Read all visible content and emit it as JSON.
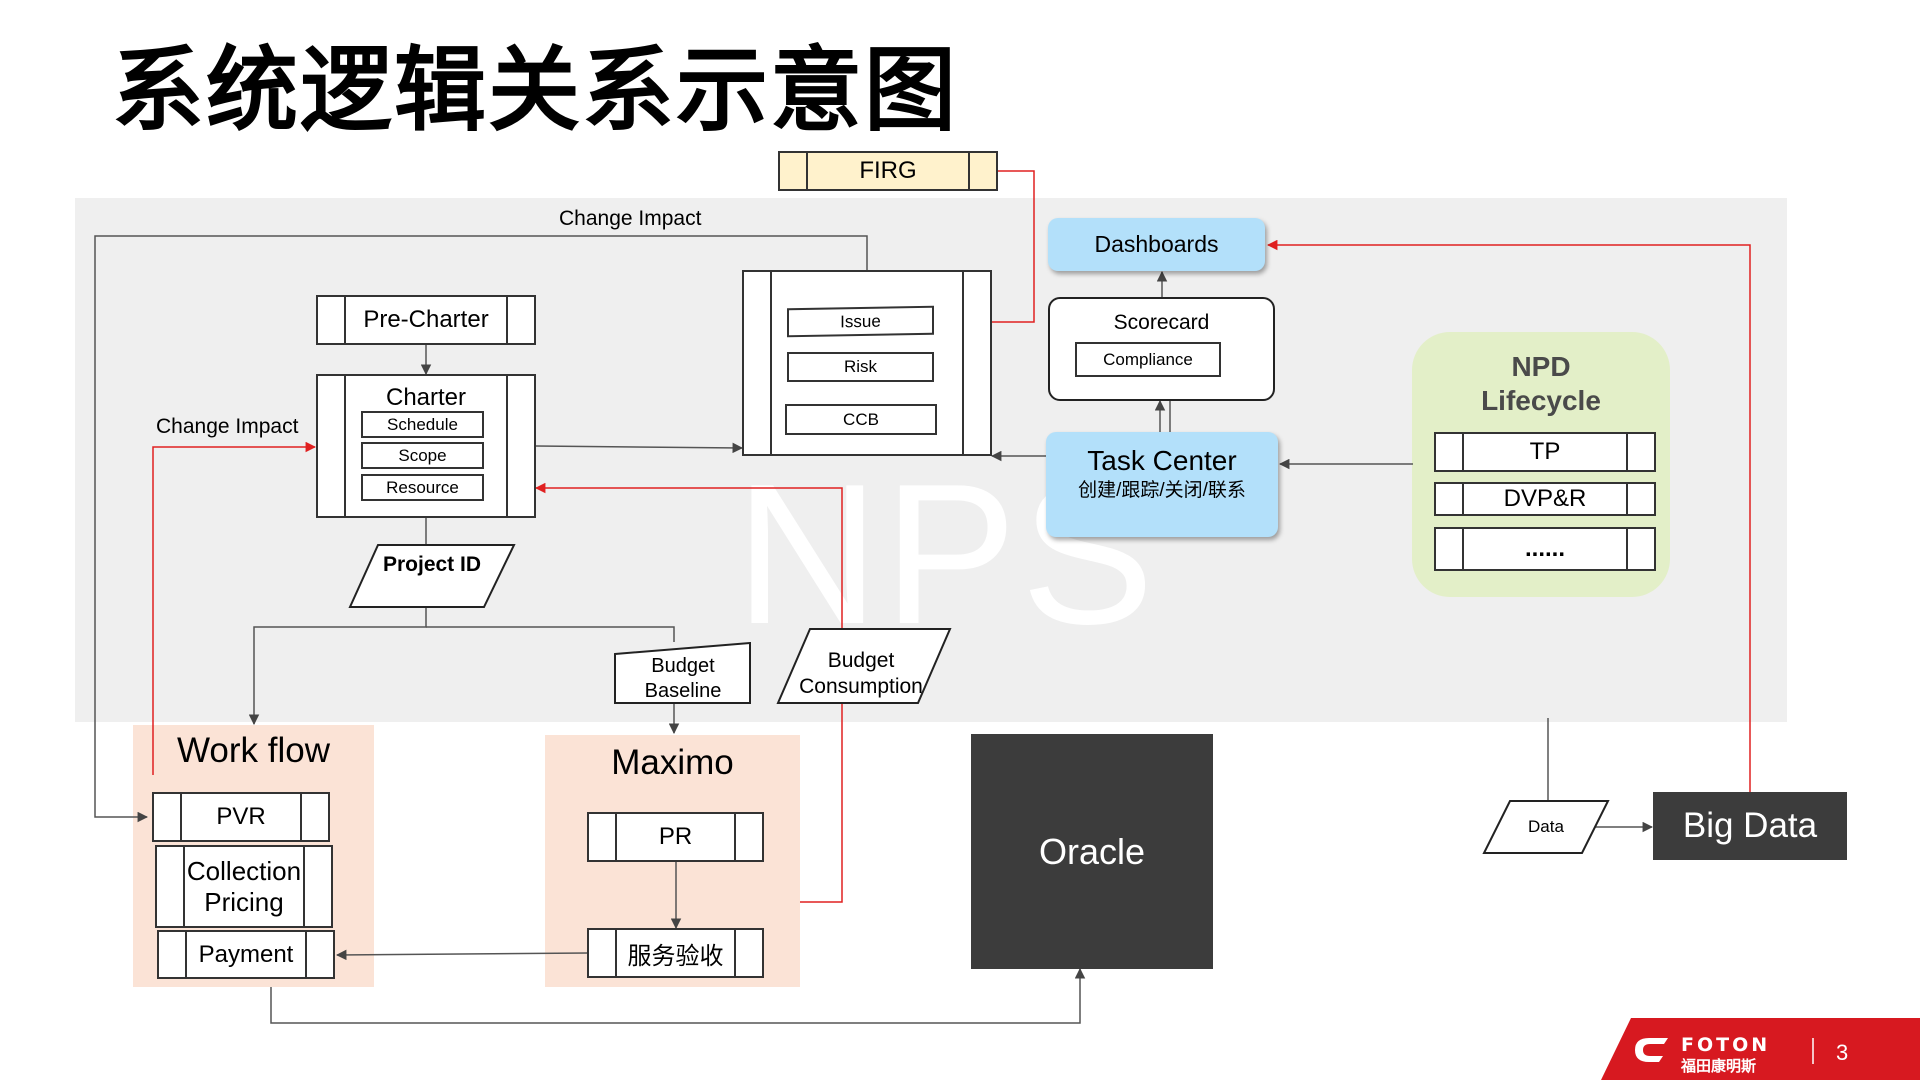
{
  "slide": {
    "title": "系统逻辑关系示意图",
    "watermark": "NPS",
    "page_number": "3",
    "logo": {
      "brand": "FOTON",
      "sub": "福田康明斯",
      "icon": "cummins-logo-icon"
    }
  },
  "labels": {
    "change_impact_top": "Change Impact",
    "change_impact_left": "Change Impact"
  },
  "nodes": {
    "firg": "FIRG",
    "pre_charter": "Pre-Charter",
    "charter": {
      "title": "Charter",
      "items": [
        "Schedule",
        "Scope",
        "Resource"
      ]
    },
    "issue_panel": [
      "Issue",
      "Risk",
      "CCB"
    ],
    "dashboards": "Dashboards",
    "scorecard": {
      "title": "Scorecard",
      "item": "Compliance"
    },
    "task_center": {
      "title": "Task Center",
      "subtitle": "创建/跟踪/关闭/联系"
    },
    "npd": {
      "title_line1": "NPD",
      "title_line2": "Lifecycle",
      "items": [
        "TP",
        "DVP&R",
        "......"
      ]
    },
    "project_id": "Project ID",
    "budget_baseline": "Budget\nBaseline",
    "budget_consumption": "Budget\nConsumption",
    "workflow": {
      "title": "Work flow",
      "items": [
        "PVR",
        "Collection\nPricing",
        "Payment"
      ]
    },
    "maximo": {
      "title": "Maximo",
      "items": [
        "PR",
        "服务验收"
      ]
    },
    "oracle": "Oracle",
    "data": "Data",
    "big_data": "Big Data"
  },
  "colors": {
    "panel_bg": "#efefef",
    "system_bg": "#fbe3d6",
    "blue_box": "#b3e0fa",
    "npd_bg": "#e3efc8",
    "firg_bg": "#fff2cc",
    "dark_box": "#3c3c3c",
    "red_line": "#e02020",
    "logo_red": "#d71920"
  }
}
